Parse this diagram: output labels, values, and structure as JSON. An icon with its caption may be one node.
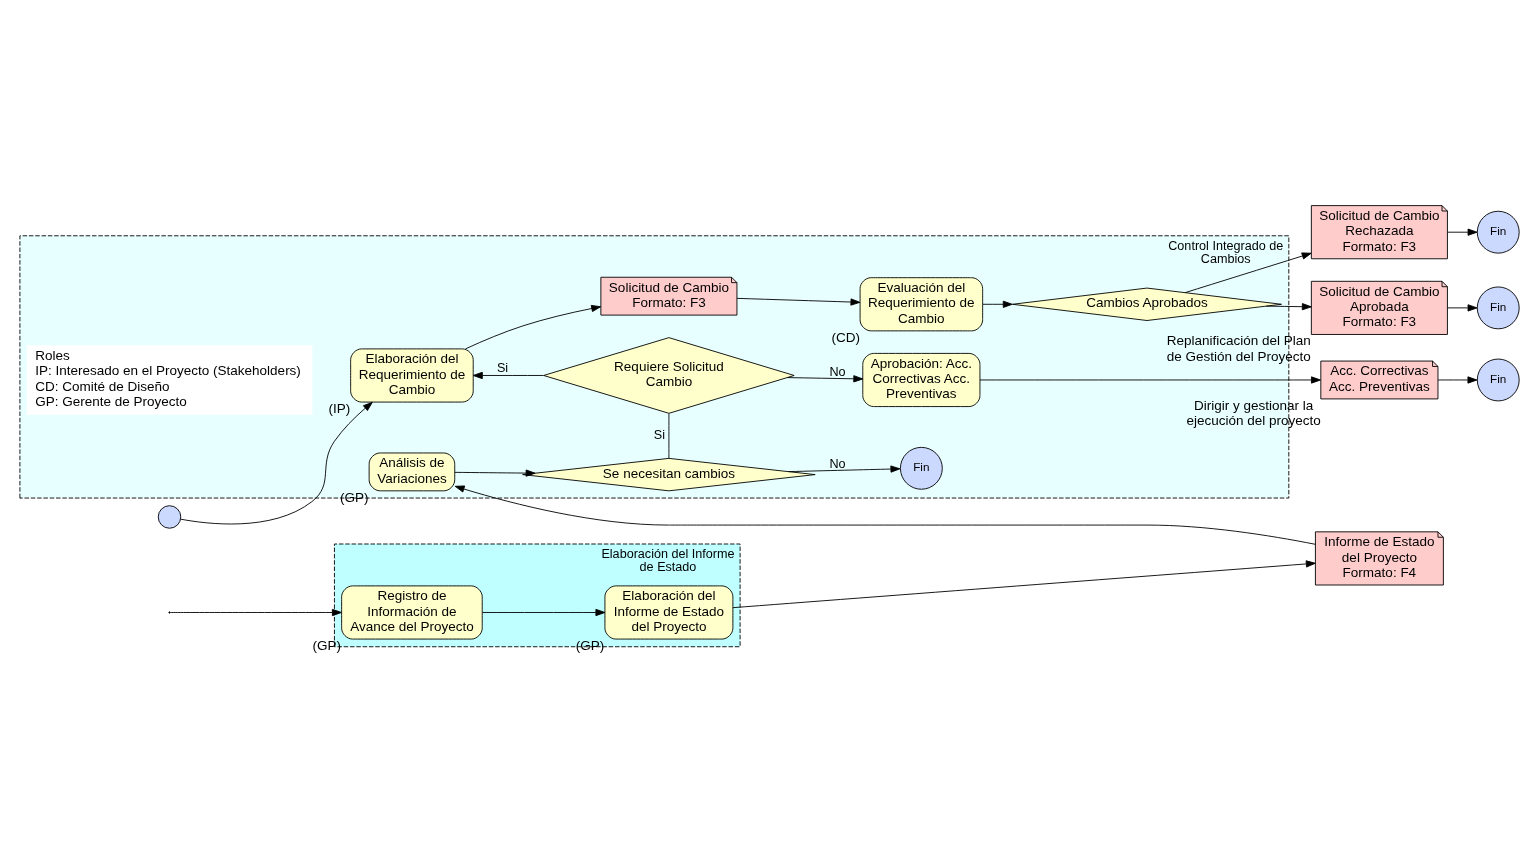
{
  "diagram": {
    "nodes": [
      {
        "text": [
          "Elaboración del Informe de Estado"
        ]
      },
      {
        "text": [
          "Registro de Información de Avance del Proyecto"
        ],
        "in": 0,
        "beside": [
          "(GP)"
        ]
      },
      {
        "text": [
          "Elaboración del Informe de Estado del Proyecto"
        ],
        "in": 0,
        "beside": [
          "(GP)"
        ]
      },
      {
        "text": [
          "Informe de Estado del Proyecto",
          "Formato: F4"
        ]
      },
      {
        "text": [
          "Control Integrado de Cambios"
        ]
      },
      {
        "text": [
          "Análisis de Variaciones"
        ],
        "in": 4,
        "beside": [
          "(GP)"
        ]
      },
      {
        "text": [
          "Se necesitan cambios"
        ],
        "in": 4
      },
      {
        "text": [
          "Fin"
        ],
        "in": 4
      },
      {
        "text": [
          "Requiere Solicitud Cambio"
        ],
        "in": 4
      },
      {
        "text": [
          "Aprobación: Acc. Correctivas Acc. Preventivas"
        ],
        "in": 4
      },
      {
        "text": [
          "Acc. Correctivas Acc. Preventivas"
        ],
        "beside": [
          "Dirigir y gestionar la ejecución del proyecto"
        ]
      },
      {
        "text": [
          "Fin"
        ]
      },
      {
        "text": [],
        "shape": "circle"
      },
      {
        "text": [
          "Elaboración del Requerimiento de Cambio"
        ],
        "in": 4,
        "beside": [
          "(IP)"
        ]
      },
      {
        "text": [
          "Solicitud de Cambio",
          "Formato: F3"
        ],
        "in": 4
      },
      {
        "text": [
          "Evaluación del Requerimiento de Cambio"
        ],
        "in": 4,
        "beside": [
          "(CD)"
        ]
      },
      {
        "text": [
          "Cambios Aprobados"
        ],
        "in": 4
      },
      {
        "text": [
          "Solicitud de Cambio Rechazada",
          "Formato: F3"
        ]
      },
      {
        "text": [
          "Fin"
        ]
      },
      {
        "text": [
          "Solicitud de Cambio Aprobada",
          "Formato: F3"
        ],
        "beside": [
          "Replanificación del Plan de Gestión del Proyecto"
        ]
      },
      {
        "text": [
          "Fin"
        ]
      },
      {
        "text": [
          "Roles",
          "IP: Interesado en el Proyecto (Stakeholders)",
          "CD: Comité de Diseño",
          "GP: Gerente de Proyecto"
        ],
        "in": 4
      }
    ],
    "edges": [
      {
        "from": null,
        "to": 1,
        "arrow": "to"
      },
      {
        "from": 1,
        "to": 2,
        "arrow": "to"
      },
      {
        "from": 2,
        "to": 3,
        "arrow": "to"
      },
      {
        "from": 3,
        "to": 5,
        "arrow": "to"
      },
      {
        "from": 5,
        "to": 6,
        "arrow": "to"
      },
      {
        "from": 6,
        "to": 7,
        "arrow": "to",
        "label": "No"
      },
      {
        "from": 6,
        "to": 8,
        "arrow": "none",
        "label": "Si"
      },
      {
        "from": 8,
        "to": 13,
        "arrow": "to",
        "label": "Si"
      },
      {
        "from": 8,
        "to": 9,
        "arrow": "to",
        "label": "No"
      },
      {
        "from": 9,
        "to": 10,
        "arrow": "to"
      },
      {
        "from": 10,
        "to": 11,
        "arrow": "to"
      },
      {
        "from": 12,
        "to": 13,
        "arrow": "to"
      },
      {
        "from": 13,
        "to": 14,
        "arrow": "to"
      },
      {
        "from": 14,
        "to": 15,
        "arrow": "to"
      },
      {
        "from": 15,
        "to": 16,
        "arrow": "to"
      },
      {
        "from": 16,
        "to": 17,
        "arrow": "to"
      },
      {
        "from": 16,
        "to": 19,
        "arrow": "to"
      },
      {
        "from": 17,
        "to": 18,
        "arrow": "to"
      },
      {
        "from": 19,
        "to": 20,
        "arrow": "to"
      }
    ]
  }
}
